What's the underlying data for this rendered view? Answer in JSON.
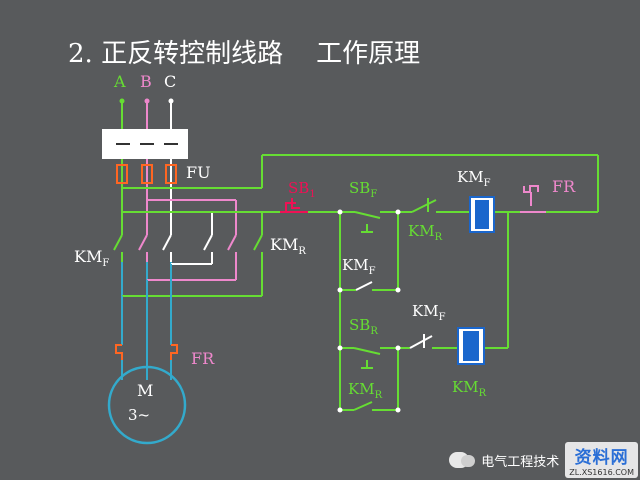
{
  "title": "2. 正反转控制线路    工作原理",
  "phases": [
    "A",
    "B",
    "C"
  ],
  "labels": {
    "fu": "FU",
    "km_f_main": "KM",
    "km_f_main_sub": "F",
    "km_r_main": "KM",
    "km_r_main_sub": "R",
    "fr_motor": "FR",
    "motor_m": "M",
    "motor_phase": "3~",
    "sb1": "SB",
    "sb1_sub": "1",
    "sbf": "SB",
    "sbf_sub": "F",
    "kmf_coil": "KM",
    "kmf_coil_sub": "F",
    "fr_ctrl": "FR",
    "kmr_interlock_top": "KM",
    "kmr_interlock_top_sub": "R",
    "kmf_hold": "KM",
    "kmf_hold_sub": "F",
    "sbr": "SB",
    "sbr_sub": "R",
    "kmf_interlock_bot": "KM",
    "kmf_interlock_bot_sub": "F",
    "kmr_coil": "KM",
    "kmr_coil_sub": "R",
    "kmr_hold": "KM",
    "kmr_hold_sub": "R"
  },
  "watermark": {
    "text": "电气工程技术",
    "site": "资料网",
    "url": "ZL.XS1616.COM"
  },
  "colors": {
    "background": "#585a5c",
    "phase_a": "#66dd33",
    "phase_b": "#ee88cc",
    "phase_c": "#ffffff",
    "control": "#66dd33",
    "motor": "#33aacc",
    "stop": "#ee1155",
    "fuse": "#ff6622",
    "coil": "#1a66cc"
  }
}
